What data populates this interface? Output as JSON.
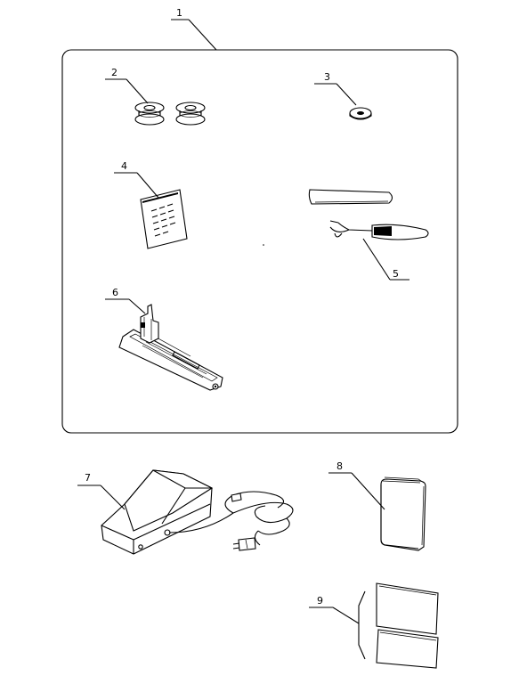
{
  "callouts": {
    "c1": "1",
    "c2": "2",
    "c3": "3",
    "c4": "4",
    "c5": "5",
    "c6": "6",
    "c7": "7",
    "c8": "8",
    "c9": "9"
  },
  "parts": [
    {
      "number": "1",
      "icon": "accessory-box-outline"
    },
    {
      "number": "2",
      "icon": "bobbins-icon"
    },
    {
      "number": "3",
      "icon": "spool-cap-icon"
    },
    {
      "number": "4",
      "icon": "needle-pack-icon"
    },
    {
      "number": "5",
      "icon": "seam-ripper-icon"
    },
    {
      "number": "6",
      "icon": "buttonhole-foot-icon"
    },
    {
      "number": "7",
      "icon": "foot-controller-icon"
    },
    {
      "number": "8",
      "icon": "instruction-book-icon"
    },
    {
      "number": "9",
      "icon": "warranty-cards-icon"
    }
  ]
}
